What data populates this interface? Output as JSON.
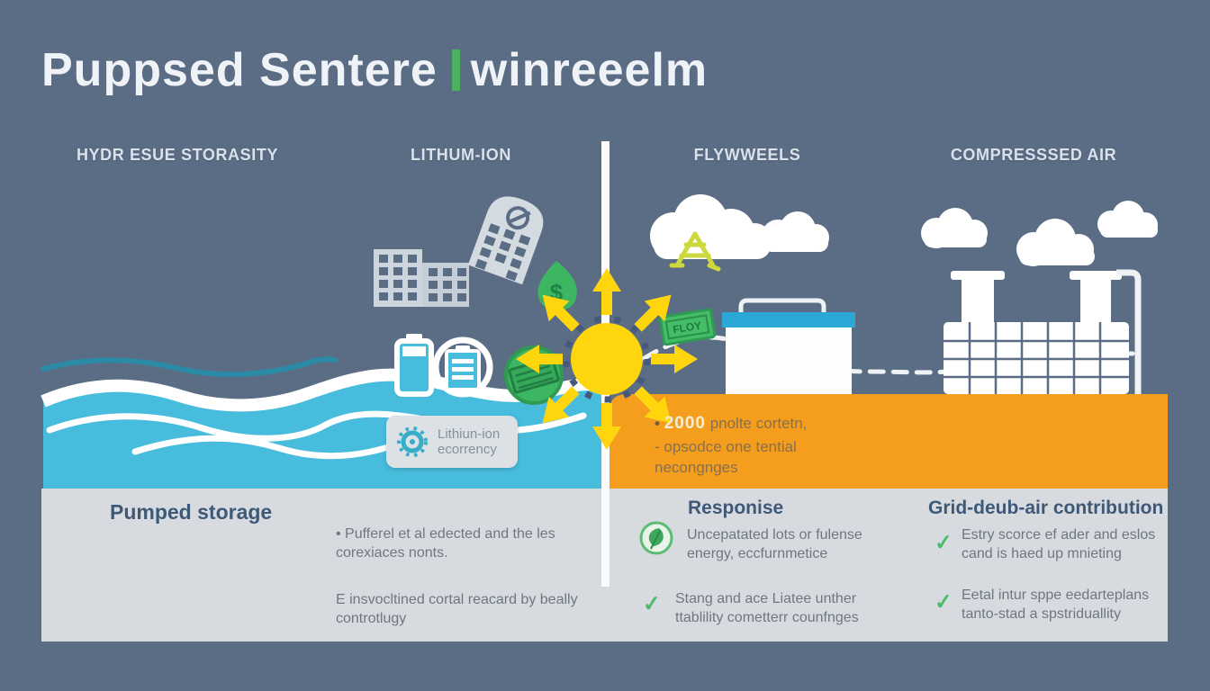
{
  "title": {
    "text1": "Puppsed Sentere",
    "text2": "winreeelm"
  },
  "columns": [
    {
      "label": "HYDR ESUE STORASITY"
    },
    {
      "label": "LITHUM-ION"
    },
    {
      "label": "FLYWWEELS"
    },
    {
      "label": "COMPRESSSED AIR"
    }
  ],
  "badge": {
    "line1": "Lithiun-ion",
    "line2": "ecorrency"
  },
  "orange_note": {
    "bullet": "•",
    "number": "2000",
    "rest": " pnolte cortetn,",
    "line2": "- opsodce one tential",
    "line3": "necongnges"
  },
  "panel": {
    "pumped": {
      "heading": "Pumped storage",
      "bullet1": [
        "• Pufferel et al edected and the les",
        "corexiaces nonts."
      ],
      "bullet2": [
        "E insvocltined cortal reacard by beally",
        "controtlugy"
      ]
    },
    "response": {
      "heading": "Responise",
      "item1": [
        "Uncepatated lots or fulense",
        "energy, eccfurnmetice"
      ],
      "item2": [
        "Stang and ace Liatee unther",
        "ttablility cometterr counfnges"
      ]
    },
    "grid": {
      "heading": "Grid-deub-air contribution",
      "item1": [
        "Estry scorce ef ader and eslos",
        "cand is haed up mnieting"
      ],
      "item2": [
        "Eetal intur sppe eedarteplans",
        "tanto-stad a spstriduallity"
      ]
    }
  },
  "icons": {
    "check": "✓",
    "dollar": "$",
    "banknote_label": "FLOY"
  },
  "colors": {
    "background": "#5b6d85",
    "accent_green": "#4db05f",
    "water_cyan": "#47bcdd",
    "wave_teal": "#2b8aa5",
    "orange": "#f59e1e",
    "panel_gray": "#d7dbdf",
    "sun_yellow": "#ffd60e",
    "heading_slate": "#3e5977",
    "check_green": "#4cbb6a",
    "money_green": "#3db661",
    "badge_teal": "#35aec6",
    "tank_blue": "#2ba8d5"
  }
}
